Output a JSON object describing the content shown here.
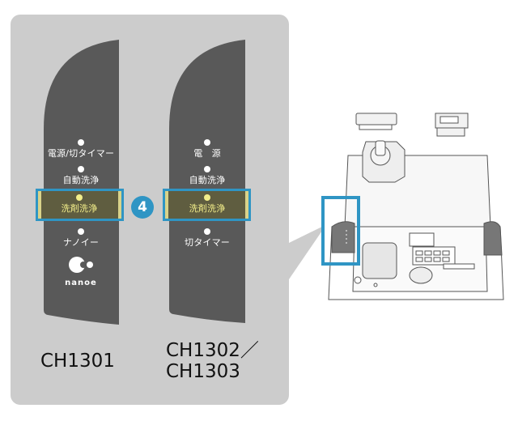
{
  "badge": {
    "step_number": "4",
    "color": "#2f95c4"
  },
  "colors": {
    "card": "#cccccc",
    "panel": "#595959",
    "highlight_text": "#f3ee8a",
    "highlight_border": "#2f95c4"
  },
  "panels": [
    {
      "model": "CH1301",
      "indicators": [
        {
          "label": "電源/切タイマー",
          "highlighted": false
        },
        {
          "label": "自動洗浄",
          "highlighted": false
        },
        {
          "label": "洗剤洗浄",
          "highlighted": true
        },
        {
          "label": "ナノイー",
          "highlighted": false
        }
      ],
      "logo_text": "nanoe"
    },
    {
      "model_line1": "CH1302／",
      "model_line2": "CH1303",
      "indicators": [
        {
          "label": "電　源",
          "highlighted": false
        },
        {
          "label": "自動洗浄",
          "highlighted": false
        },
        {
          "label": "洗剤洗浄",
          "highlighted": true
        },
        {
          "label": "切タイマー",
          "highlighted": false
        }
      ]
    }
  ],
  "illustration": {
    "subject": "toilet-seat-with-open-lid",
    "focus": "side-control-panel"
  }
}
